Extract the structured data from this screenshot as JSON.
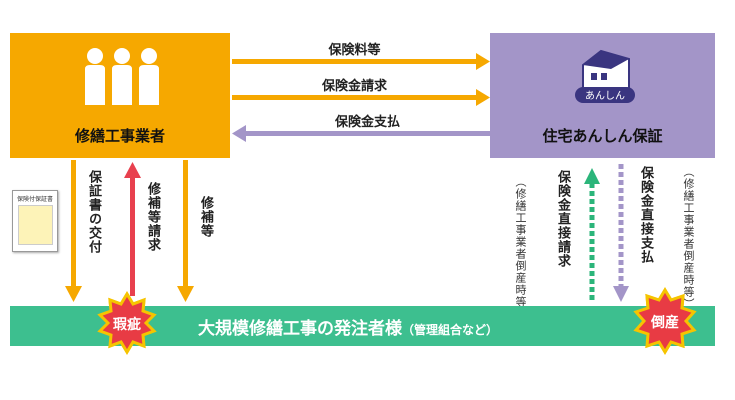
{
  "contractor": {
    "label": "修繕工事業者"
  },
  "insurer": {
    "label": "住宅あんしん保証",
    "logo_text": "あんしん"
  },
  "arrows": {
    "premium": "保険料等",
    "claim": "保険金請求",
    "payment": "保険金支払"
  },
  "vertical": {
    "certificate": "保証書の交付",
    "repair_request": "修補等請求",
    "repair": "修補等",
    "direct_claim": "保険金直接請求",
    "direct_claim_note": "（修繕工事業者倒産時等）",
    "direct_payment": "保険金直接支払",
    "direct_payment_note": "（修繕工事業者倒産時等）"
  },
  "document": {
    "title": "保険付保証書"
  },
  "band": {
    "main": "大規模修繕工事の発注者様",
    "sub": "（管理組合など）"
  },
  "bursts": {
    "defect": "瑕疵",
    "bankruptcy": "倒産"
  },
  "colors": {
    "contractor": "#f6a800",
    "insurer": "#a395c8",
    "band": "#3dbf8f",
    "red_arrow": "#e8404e",
    "green_arrow": "#2bb57a",
    "burst": "#e83b44"
  }
}
